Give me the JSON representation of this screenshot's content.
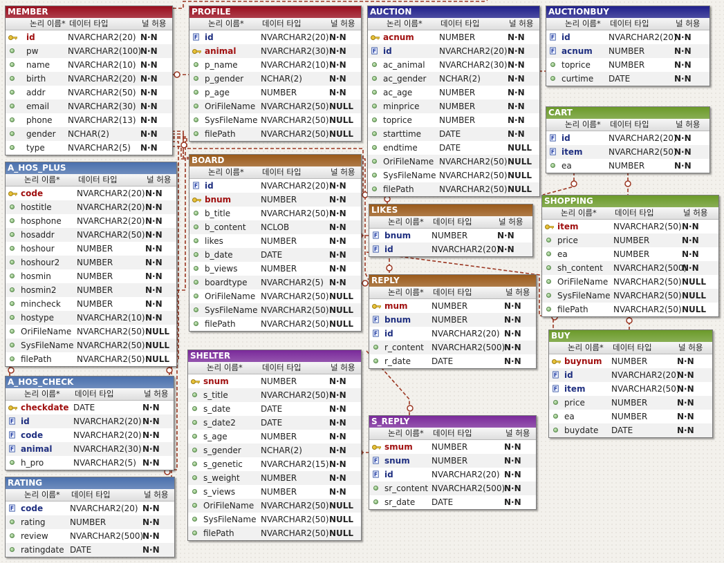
{
  "headers": {
    "logical_name": "논리 이름*",
    "data_type": "데이터 타입",
    "nullable": "널 허용"
  },
  "entities": [
    {
      "key": "member",
      "name": "MEMBER",
      "color": "#990e1e",
      "columns": [
        [
          "id",
          "NVARCHAR2(20)",
          "N·N",
          "pk"
        ],
        [
          "pw",
          "NVARCHAR2(100)",
          "N·N",
          ""
        ],
        [
          "name",
          "NVARCHAR2(10)",
          "N·N",
          ""
        ],
        [
          "birth",
          "NVARCHAR2(20)",
          "N·N",
          ""
        ],
        [
          "addr",
          "NVARCHAR2(50)",
          "N·N",
          ""
        ],
        [
          "email",
          "NVARCHAR2(30)",
          "N·N",
          ""
        ],
        [
          "phone",
          "NVARCHAR2(13)",
          "N·N",
          ""
        ],
        [
          "gender",
          "NCHAR(2)",
          "N·N",
          ""
        ],
        [
          "type",
          "NVARCHAR2(5)",
          "N·N",
          ""
        ]
      ]
    },
    {
      "key": "profile",
      "name": "PROFILE",
      "color": "#990e1e",
      "columns": [
        [
          "id",
          "NVARCHAR2(20)",
          "N·N",
          "fk"
        ],
        [
          "animal",
          "NVARCHAR2(30)",
          "N·N",
          "pk"
        ],
        [
          "p_name",
          "NVARCHAR2(10)",
          "N·N",
          ""
        ],
        [
          "p_gender",
          "NCHAR(2)",
          "N·N",
          ""
        ],
        [
          "p_age",
          "NUMBER",
          "N·N",
          ""
        ],
        [
          "OriFileName",
          "NVARCHAR2(50)",
          "NULL",
          ""
        ],
        [
          "SysFileName",
          "NVARCHAR2(50)",
          "NULL",
          ""
        ],
        [
          "filePath",
          "NVARCHAR2(50)",
          "NULL",
          ""
        ]
      ]
    },
    {
      "key": "auction",
      "name": "AUCTION",
      "color": "#20208a",
      "columns": [
        [
          "acnum",
          "NUMBER",
          "N·N",
          "pk"
        ],
        [
          "id",
          "NVARCHAR2(20)",
          "N·N",
          "fk"
        ],
        [
          "ac_animal",
          "NVARCHAR2(30)",
          "N·N",
          ""
        ],
        [
          "ac_gender",
          "NCHAR(2)",
          "N·N",
          ""
        ],
        [
          "ac_age",
          "NUMBER",
          "N·N",
          ""
        ],
        [
          "minprice",
          "NUMBER",
          "N·N",
          ""
        ],
        [
          "toprice",
          "NUMBER",
          "N·N",
          ""
        ],
        [
          "starttime",
          "DATE",
          "N·N",
          ""
        ],
        [
          "endtime",
          "DATE",
          "NULL",
          ""
        ],
        [
          "OriFileName",
          "NVARCHAR2(50)",
          "NULL",
          ""
        ],
        [
          "SysFileName",
          "NVARCHAR2(50)",
          "NULL",
          ""
        ],
        [
          "filePath",
          "NVARCHAR2(50)",
          "NULL",
          ""
        ]
      ]
    },
    {
      "key": "auctionbuy",
      "name": "AUCTIONBUY",
      "color": "#20208a",
      "columns": [
        [
          "id",
          "NVARCHAR2(20)",
          "N·N",
          "pkfk"
        ],
        [
          "acnum",
          "NUMBER",
          "N·N",
          "fk"
        ],
        [
          "toprice",
          "NUMBER",
          "N·N",
          ""
        ],
        [
          "curtime",
          "DATE",
          "N·N",
          ""
        ]
      ]
    },
    {
      "key": "cart",
      "name": "CART",
      "color": "#6b9a2a",
      "columns": [
        [
          "id",
          "NVARCHAR2(20)",
          "N·N",
          "fk"
        ],
        [
          "item",
          "NVARCHAR2(50)",
          "N·N",
          "fk"
        ],
        [
          "ea",
          "NUMBER",
          "N·N",
          ""
        ]
      ]
    },
    {
      "key": "a_hos_plus",
      "name": "A_HOS_PLUS",
      "color": "#4a70ad",
      "columns": [
        [
          "code",
          "NVARCHAR2(20)",
          "N·N",
          "pk"
        ],
        [
          "hostitle",
          "NVARCHAR2(20)",
          "N·N",
          ""
        ],
        [
          "hosphone",
          "NVARCHAR2(20)",
          "N·N",
          ""
        ],
        [
          "hosaddr",
          "NVARCHAR2(50)",
          "N·N",
          ""
        ],
        [
          "hoshour",
          "NUMBER",
          "N·N",
          ""
        ],
        [
          "hoshour2",
          "NUMBER",
          "N·N",
          ""
        ],
        [
          "hosmin",
          "NUMBER",
          "N·N",
          ""
        ],
        [
          "hosmin2",
          "NUMBER",
          "N·N",
          ""
        ],
        [
          "mincheck",
          "NUMBER",
          "N·N",
          ""
        ],
        [
          "hostype",
          "NVARCHAR2(10)",
          "N·N",
          ""
        ],
        [
          "OriFileName",
          "NVARCHAR2(50)",
          "NULL",
          ""
        ],
        [
          "SysFileName",
          "NVARCHAR2(50)",
          "NULL",
          ""
        ],
        [
          "filePath",
          "NVARCHAR2(50)",
          "NULL",
          ""
        ]
      ]
    },
    {
      "key": "board",
      "name": "BOARD",
      "color": "#9a5a1a",
      "columns": [
        [
          "id",
          "NVARCHAR2(20)",
          "N·N",
          "fk"
        ],
        [
          "bnum",
          "NUMBER",
          "N·N",
          "pk"
        ],
        [
          "b_title",
          "NVARCHAR2(50)",
          "N·N",
          ""
        ],
        [
          "b_content",
          "NCLOB",
          "N·N",
          ""
        ],
        [
          "likes",
          "NUMBER",
          "N·N",
          ""
        ],
        [
          "b_date",
          "DATE",
          "N·N",
          ""
        ],
        [
          "b_views",
          "NUMBER",
          "N·N",
          ""
        ],
        [
          "boardtype",
          "NVARCHAR2(5)",
          "N·N",
          ""
        ],
        [
          "OriFileName",
          "NVARCHAR2(50)",
          "NULL",
          ""
        ],
        [
          "SysFileName",
          "NVARCHAR2(50)",
          "NULL",
          ""
        ],
        [
          "filePath",
          "NVARCHAR2(50)",
          "NULL",
          ""
        ]
      ]
    },
    {
      "key": "likes",
      "name": "LIKES",
      "color": "#9a5a1a",
      "columns": [
        [
          "bnum",
          "NUMBER",
          "N·N",
          "fk"
        ],
        [
          "id",
          "NVARCHAR2(20)",
          "N·N",
          "fk"
        ]
      ]
    },
    {
      "key": "shopping",
      "name": "SHOPPING",
      "color": "#6b9a2a",
      "columns": [
        [
          "item",
          "NVARCHAR2(50)",
          "N·N",
          "pk"
        ],
        [
          "price",
          "NUMBER",
          "N·N",
          ""
        ],
        [
          "ea",
          "NUMBER",
          "N·N",
          ""
        ],
        [
          "sh_content",
          "NVARCHAR2(500)",
          "N·N",
          ""
        ],
        [
          "OriFileName",
          "NVARCHAR2(50)",
          "NULL",
          ""
        ],
        [
          "SysFileName",
          "NVARCHAR2(50)",
          "NULL",
          ""
        ],
        [
          "filePath",
          "NVARCHAR2(50)",
          "NULL",
          ""
        ]
      ]
    },
    {
      "key": "reply",
      "name": "REPLY",
      "color": "#9a5a1a",
      "columns": [
        [
          "mum",
          "NUMBER",
          "N·N",
          "pk"
        ],
        [
          "bnum",
          "NUMBER",
          "N·N",
          "fk"
        ],
        [
          "id",
          "NVARCHAR2(20)",
          "N·N",
          "fk"
        ],
        [
          "r_content",
          "NVARCHAR2(500)",
          "N·N",
          ""
        ],
        [
          "r_date",
          "DATE",
          "N·N",
          ""
        ]
      ]
    },
    {
      "key": "buy",
      "name": "BUY",
      "color": "#6b9a2a",
      "columns": [
        [
          "buynum",
          "NUMBER",
          "N·N",
          "pk"
        ],
        [
          "id",
          "NVARCHAR2(20)",
          "N·N",
          "fk"
        ],
        [
          "item",
          "NVARCHAR2(50)",
          "N·N",
          "fk"
        ],
        [
          "price",
          "NUMBER",
          "N·N",
          ""
        ],
        [
          "ea",
          "NUMBER",
          "N·N",
          ""
        ],
        [
          "buydate",
          "DATE",
          "N·N",
          ""
        ]
      ]
    },
    {
      "key": "a_hos_check",
      "name": "A_HOS_CHECK",
      "color": "#4a70ad",
      "columns": [
        [
          "checkdate",
          "DATE",
          "N·N",
          "pk"
        ],
        [
          "id",
          "NVARCHAR2(20)",
          "N·N",
          "fk"
        ],
        [
          "code",
          "NVARCHAR2(20)",
          "N·N",
          "fk"
        ],
        [
          "animal",
          "NVARCHAR2(30)",
          "N·N",
          "fk"
        ],
        [
          "h_pro",
          "NVARCHAR2(5)",
          "N·N",
          ""
        ]
      ]
    },
    {
      "key": "shelter",
      "name": "SHELTER",
      "color": "#7a2a9a",
      "columns": [
        [
          "snum",
          "NUMBER",
          "N·N",
          "pk"
        ],
        [
          "s_title",
          "NVARCHAR2(50)",
          "N·N",
          ""
        ],
        [
          "s_date",
          "DATE",
          "N·N",
          ""
        ],
        [
          "s_date2",
          "DATE",
          "N·N",
          ""
        ],
        [
          "s_age",
          "NUMBER",
          "N·N",
          ""
        ],
        [
          "s_gender",
          "NCHAR(2)",
          "N·N",
          ""
        ],
        [
          "s_genetic",
          "NVARCHAR2(15)",
          "N·N",
          ""
        ],
        [
          "s_weight",
          "NUMBER",
          "N·N",
          ""
        ],
        [
          "s_views",
          "NUMBER",
          "N·N",
          ""
        ],
        [
          "OriFileName",
          "NVARCHAR2(50)",
          "NULL",
          ""
        ],
        [
          "SysFileName",
          "NVARCHAR2(50)",
          "NULL",
          ""
        ],
        [
          "filePath",
          "NVARCHAR2(50)",
          "NULL",
          ""
        ]
      ]
    },
    {
      "key": "s_reply",
      "name": "S_REPLY",
      "color": "#7a2a9a",
      "columns": [
        [
          "smum",
          "NUMBER",
          "N·N",
          "pk"
        ],
        [
          "snum",
          "NUMBER",
          "N·N",
          "fk"
        ],
        [
          "id",
          "NVARCHAR2(20)",
          "N·N",
          "fk"
        ],
        [
          "sr_content",
          "NVARCHAR2(500)",
          "N·N",
          ""
        ],
        [
          "sr_date",
          "DATE",
          "N·N",
          ""
        ]
      ]
    },
    {
      "key": "rating",
      "name": "RATING",
      "color": "#4a70ad",
      "columns": [
        [
          "code",
          "NVARCHAR2(20)",
          "N·N",
          "fk"
        ],
        [
          "rating",
          "NUMBER",
          "N·N",
          ""
        ],
        [
          "review",
          "NVARCHAR2(500)",
          "N·N",
          ""
        ],
        [
          "ratingdate",
          "DATE",
          "N·N",
          ""
        ]
      ]
    }
  ]
}
